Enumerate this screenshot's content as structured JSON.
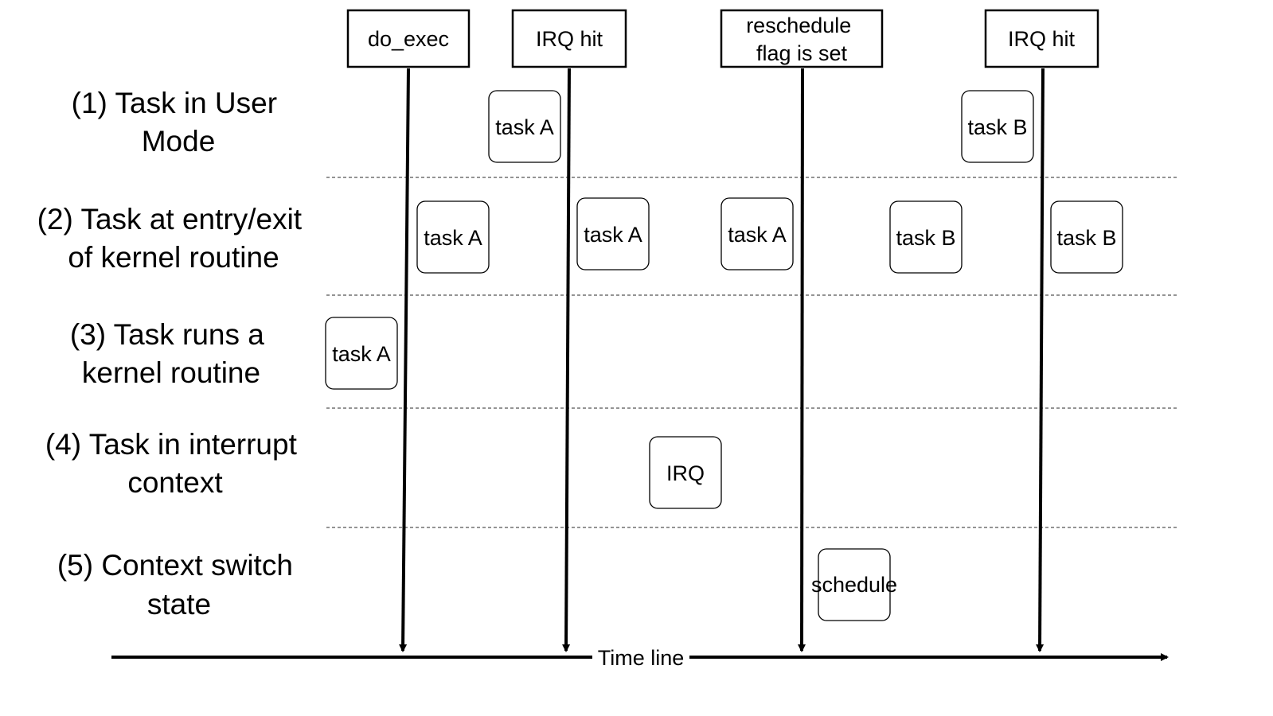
{
  "rows": [
    {
      "id": "user-mode",
      "lines": [
        "(1) Task in User",
        "Mode"
      ]
    },
    {
      "id": "entry-exit",
      "lines": [
        "(2) Task at entry/exit",
        "of kernel routine"
      ]
    },
    {
      "id": "kernel-routine",
      "lines": [
        "(3) Task runs a",
        "kernel routine"
      ]
    },
    {
      "id": "interrupt",
      "lines": [
        "(4) Task in interrupt",
        "context"
      ]
    },
    {
      "id": "context-switch",
      "lines": [
        "(5) Context switch",
        "state"
      ]
    }
  ],
  "events": [
    {
      "id": "do-exec",
      "lines": [
        "do_exec"
      ]
    },
    {
      "id": "irq-hit-1",
      "lines": [
        "IRQ hit"
      ]
    },
    {
      "id": "reschedule",
      "lines": [
        "reschedule",
        "flag is set"
      ]
    },
    {
      "id": "irq-hit-2",
      "lines": [
        "IRQ hit"
      ]
    }
  ],
  "boxes": [
    {
      "row": "user-mode",
      "label": "task A"
    },
    {
      "row": "user-mode",
      "label": "task B"
    },
    {
      "row": "entry-exit",
      "label": "task A"
    },
    {
      "row": "entry-exit",
      "label": "task A"
    },
    {
      "row": "entry-exit",
      "label": "task A"
    },
    {
      "row": "entry-exit",
      "label": "task B"
    },
    {
      "row": "entry-exit",
      "label": "task B"
    },
    {
      "row": "kernel-routine",
      "label": "task A"
    },
    {
      "row": "interrupt",
      "label": "IRQ"
    },
    {
      "row": "context-switch",
      "label": "schedule"
    }
  ],
  "timeline": {
    "label": "Time line"
  }
}
